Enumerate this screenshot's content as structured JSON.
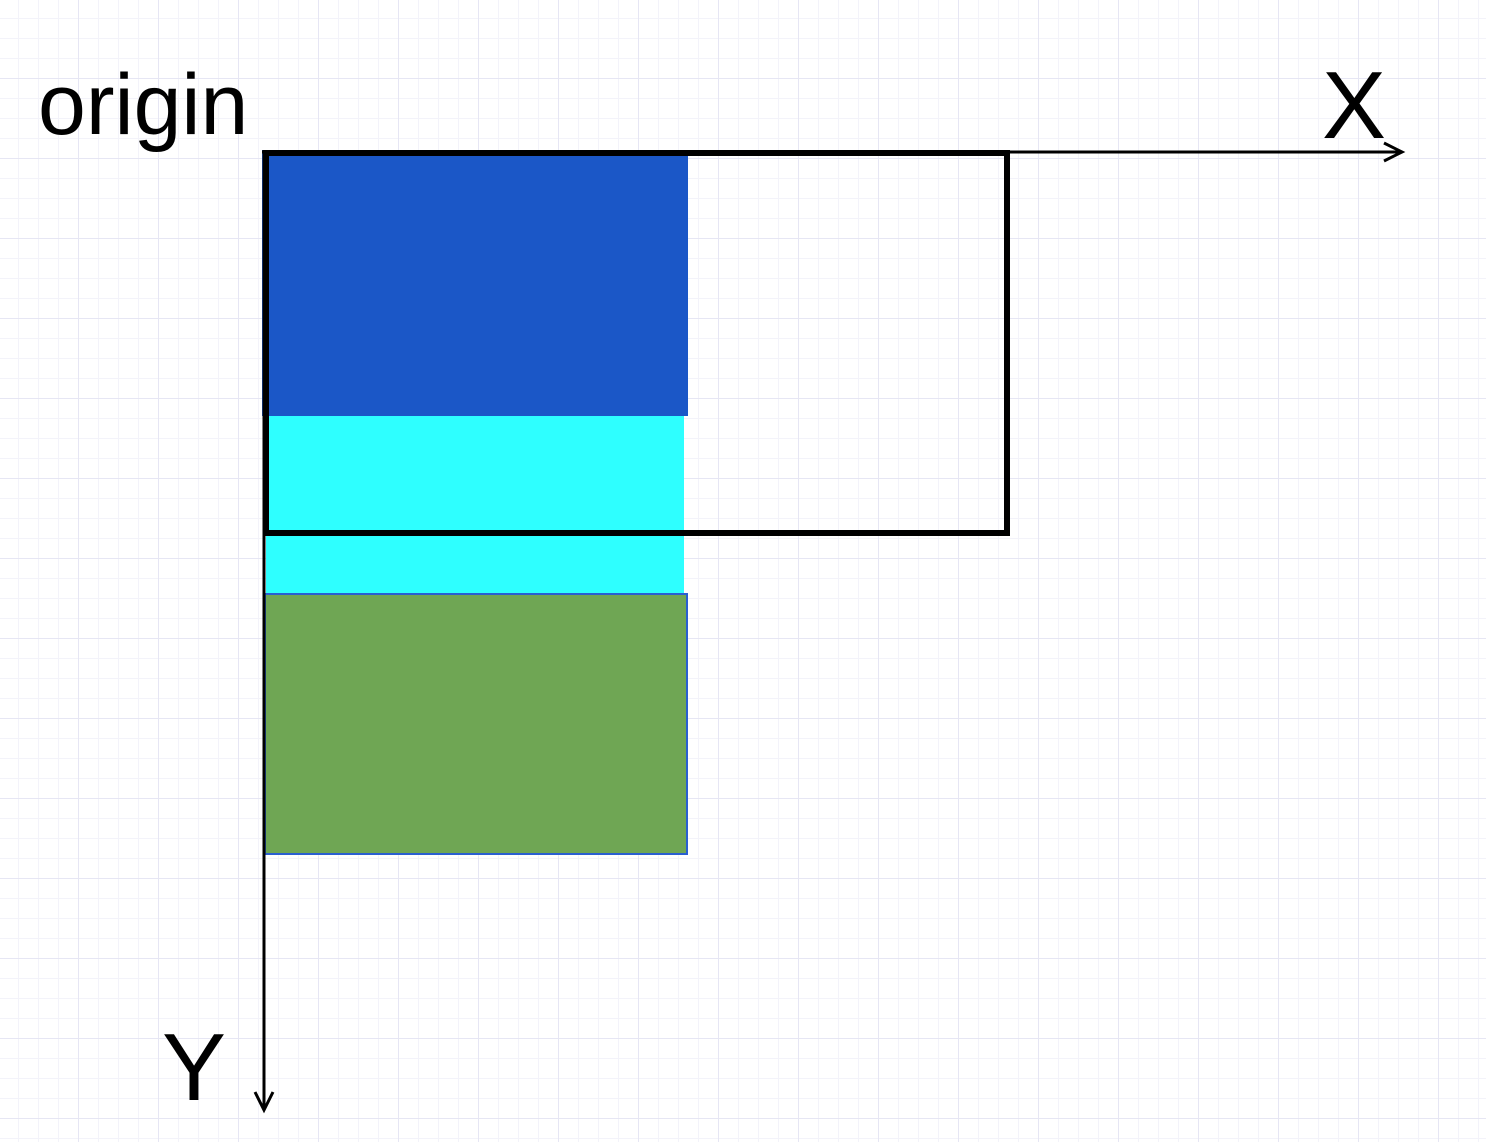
{
  "labels": {
    "origin": "origin",
    "x_axis": "X",
    "y_axis": "Y"
  },
  "colors": {
    "blue_rect": "#1b57c7",
    "cyan_rect": "#2effff",
    "green_rect": "#6fa654",
    "green_rect_border": "#2a5fd0",
    "outline_rect": "#000000",
    "axes": "#000000"
  }
}
